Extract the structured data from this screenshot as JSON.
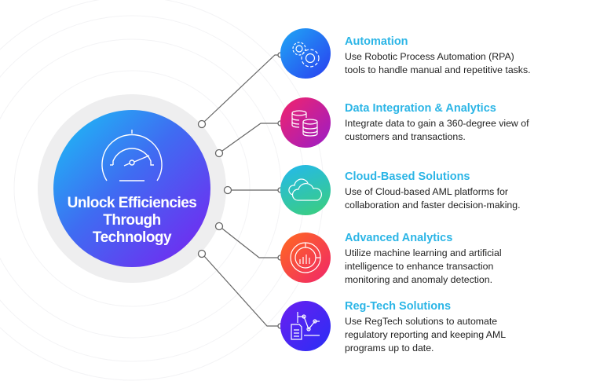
{
  "hub": {
    "title_line1": "Unlock Efficiencies",
    "title_line2": "Through",
    "title_line3": "Technology",
    "icon": "speedometer-icon"
  },
  "items": [
    {
      "title": "Automation",
      "lines": [
        "Use Robotic Process Automation (RPA)",
        "tools to handle manual and repetitive tasks."
      ],
      "icon": "gears-icon",
      "colors": [
        "#1fa8f5",
        "#2a3ef0"
      ]
    },
    {
      "title": "Data Integration & Analytics",
      "lines": [
        "Integrate data to gain a 360-degree view of",
        "customers and transactions."
      ],
      "icon": "database-icon",
      "colors": [
        "#f3246a",
        "#9a1cc8"
      ]
    },
    {
      "title": "Cloud-Based Solutions",
      "lines": [
        "Use of Cloud-based AML platforms for",
        "collaboration and faster decision-making."
      ],
      "icon": "cloud-icon",
      "colors": [
        "#23b8ee",
        "#3ccf7a"
      ]
    },
    {
      "title": "Advanced Analytics",
      "lines": [
        "Utilize machine learning and artificial",
        "intelligence to enhance transaction",
        "monitoring and anomaly detection."
      ],
      "icon": "analytics-chart-icon",
      "colors": [
        "#ff6a1e",
        "#f0266a"
      ]
    },
    {
      "title": "Reg-Tech Solutions",
      "lines": [
        "Use RegTech solutions to automate",
        "regulatory reporting and keeping AML",
        "programs up to date."
      ],
      "icon": "regtech-document-icon",
      "colors": [
        "#6a1ff0",
        "#2a2ef5"
      ]
    }
  ],
  "heading_color": "#2bb5e6"
}
